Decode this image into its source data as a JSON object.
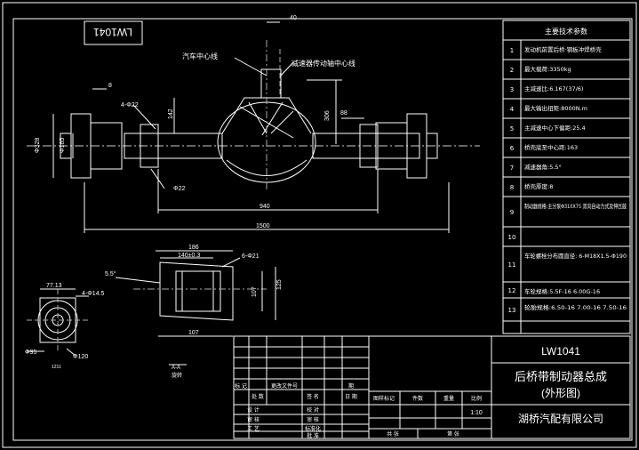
{
  "drawing": {
    "code_rotated": "LW1041",
    "center_label_vehicle": "汽车中心线",
    "center_label_reducer": "减速器传动轴中心线",
    "section_label": "A-A",
    "section_sub": "旋转",
    "dims": {
      "d40": "40",
      "d8": "8",
      "d4phi22": "4-Φ22",
      "d142": "142",
      "d306": "306",
      "d88": "88",
      "dphi22": "Φ22",
      "d940": "940",
      "d1500": "1500",
      "d328": "Φ328",
      "d165": "Φ165",
      "d186": "186",
      "d140": "140±0.3",
      "d6phi21": "6-Φ21",
      "d107a": "107",
      "d125": "125",
      "d107b": "107",
      "d55": "5.5°",
      "d7713": "77.13",
      "d4phi145": "4-Φ14.5",
      "dphi95": "Φ95",
      "dphi120": "Φ120",
      "d1211": "1211"
    }
  },
  "tech": {
    "header": "主要技术参数",
    "rows": [
      {
        "no": "1",
        "text": "发动机前置后桥·钢板冲焊桥壳"
      },
      {
        "no": "2",
        "text": "最大载荷:3350kg"
      },
      {
        "no": "3",
        "text": "主减速比:6.167(37/6)"
      },
      {
        "no": "4",
        "text": "最大输出扭矩:8000N.m"
      },
      {
        "no": "5",
        "text": "主减速中心下偏距:25.4"
      },
      {
        "no": "6",
        "text": "桥壳底至中心距:163"
      },
      {
        "no": "7",
        "text": "减速器角:5.5°"
      },
      {
        "no": "8",
        "text": "桥壳厚度:8"
      },
      {
        "no": "9",
        "text": "制动器规格:主分泵Φ310X75 双向自动力式及伸压鼓"
      },
      {
        "no": "10",
        "text": ""
      },
      {
        "no": "11",
        "text": "车轮螺栓分布圆直径: 6-M18X1.5-Φ190"
      },
      {
        "no": "12",
        "text": "车轮规格:5.5F-16 6.00G-16"
      },
      {
        "no": "13",
        "text": "轮胎规格:6.50-16 7.00-16 7.50-16"
      }
    ]
  },
  "titleblock": {
    "code": "LW1041",
    "name_line1": "后桥带制动器总成",
    "name_line2": "(外形图)",
    "company": "湖桥汽配有限公司",
    "scale": "1:10",
    "col_stage": "图样标记",
    "col_weight": "重量",
    "col_count": "件数",
    "col_ratio": "比例",
    "sheet_total": "共 张",
    "sheet_no": "第 张",
    "rev_mark": "标 记",
    "rev_count": "处 数",
    "rev_doc": "更改文件号",
    "rev_sign": "签 名",
    "rev_date": "日 期",
    "design": "设 计",
    "check": "审 核",
    "process": "工 艺",
    "std": "标准化",
    "approve": "批 准",
    "date_short": "期",
    "design_r": "校 对",
    "check_r": "审 核"
  }
}
